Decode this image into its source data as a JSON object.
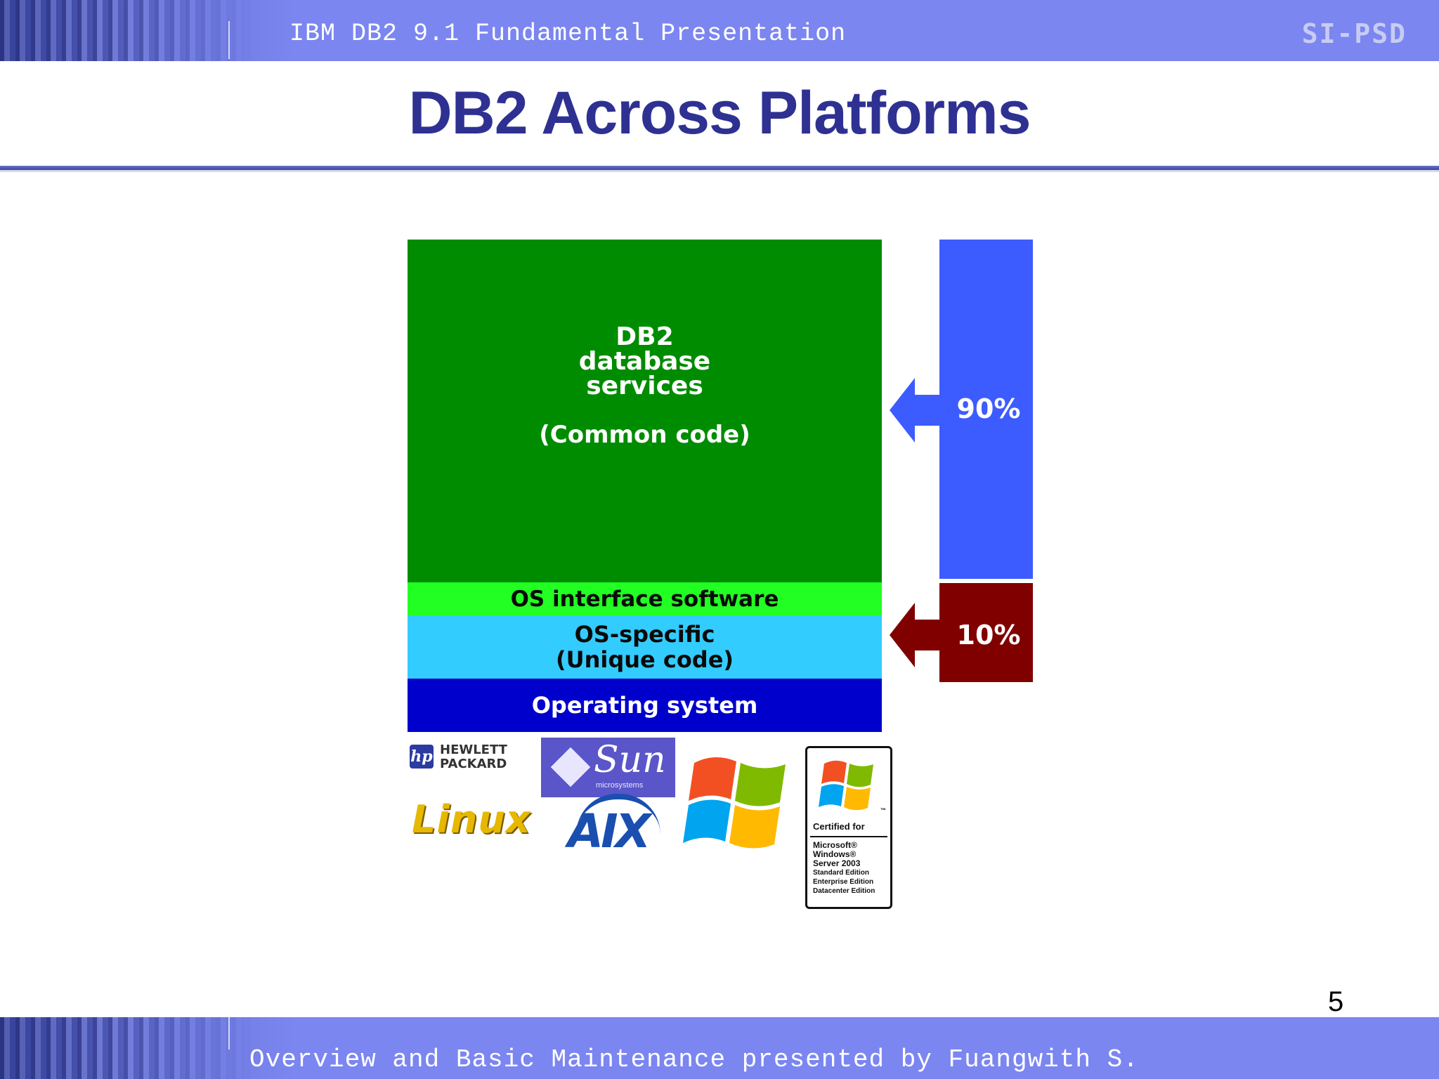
{
  "header": {
    "title": "IBM DB2 9.1 Fundamental Presentation",
    "brand": "SI-PSD"
  },
  "slide": {
    "title": "DB2 Across Platforms",
    "page_number": "5"
  },
  "diagram": {
    "layers": {
      "common": {
        "line1": "DB2",
        "line2": "database",
        "line3": "services",
        "note": "(Common code)",
        "color": "#008c00"
      },
      "interface": {
        "label": "OS interface software",
        "color": "#22ff22"
      },
      "specific": {
        "line1": "OS-specific",
        "line2": "(Unique code)",
        "color": "#33ccff"
      },
      "os": {
        "label": "Operating system",
        "color": "#0000cc"
      }
    },
    "bars": {
      "common_share": {
        "label": "90%",
        "value": 90,
        "color": "#3d5cff"
      },
      "unique_share": {
        "label": "10%",
        "value": 10,
        "color": "#800000"
      }
    }
  },
  "logos": {
    "hp": {
      "line1": "HEWLETT",
      "line2": "PACKARD",
      "mark": "hp"
    },
    "sun": {
      "name": "Sun",
      "sub": "microsystems"
    },
    "linux": "Linux",
    "aix": "AIX",
    "windows_logo_icon": "windows-xp-flag-icon",
    "cert": {
      "certified": "Certified for",
      "lines": [
        "Microsoft®",
        "Windows®",
        "Server 2003",
        "Standard Edition",
        "Enterprise Edition",
        "Datacenter Edition"
      ],
      "tm": "™"
    }
  },
  "footer": {
    "text": "Overview and Basic Maintenance presented by Fuangwith S."
  }
}
